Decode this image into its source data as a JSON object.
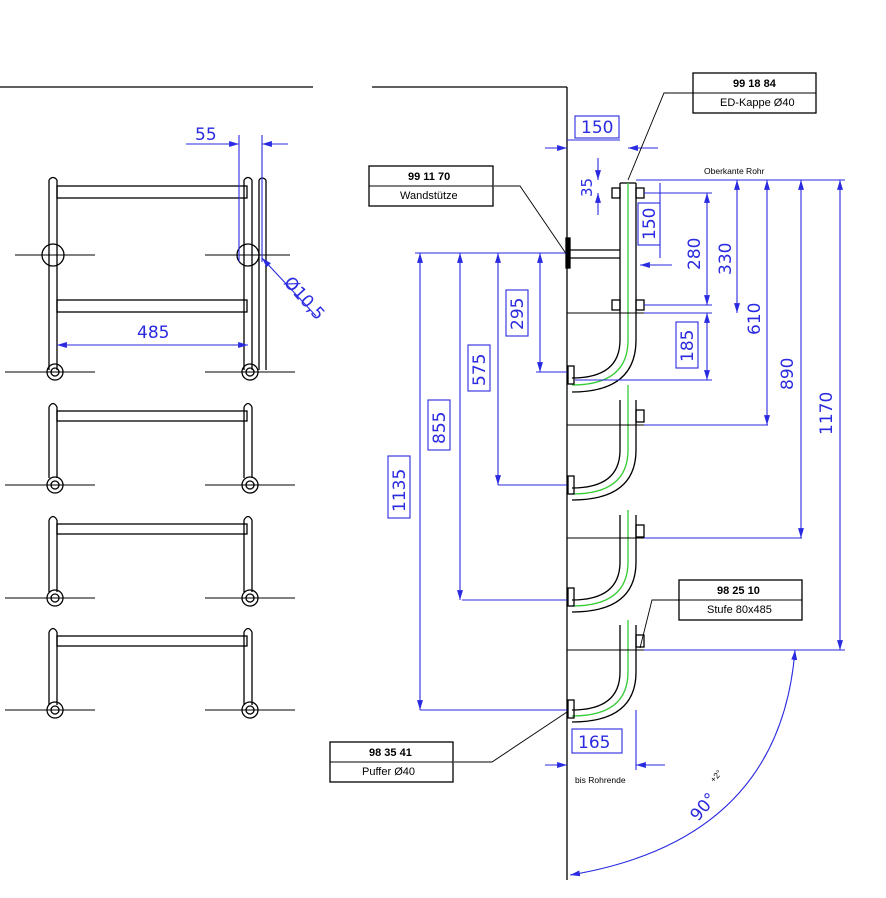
{
  "front_view": {
    "top_gap": "55",
    "tube_dia": "Ø10,5",
    "width": "485"
  },
  "side_view": {
    "dims": {
      "d150_top": "150",
      "d35": "35",
      "d150_v": "150",
      "d280": "280",
      "d330": "330",
      "d185": "185",
      "d610": "610",
      "d890": "890",
      "d1170": "1170",
      "d295": "295",
      "d575": "575",
      "d855": "855",
      "d1135": "1135",
      "d165": "165",
      "angle": "90°",
      "angle_tol": "+2°"
    },
    "notes": {
      "oberkante": "Oberkante Rohr",
      "rohrende": "bis Rohrende"
    },
    "labels": [
      {
        "number": "99 18 84",
        "text": "ED-Kappe Ø40"
      },
      {
        "number": "99 11 70",
        "text": "Wandstütze"
      },
      {
        "number": "98 25 10",
        "text": "Stufe 80x485"
      },
      {
        "number": "98 35 41",
        "text": "Puffer Ø40"
      }
    ]
  },
  "colors": {
    "dimension": "#2a2ae0",
    "outline": "#000000",
    "centerline": "#33cc33"
  }
}
